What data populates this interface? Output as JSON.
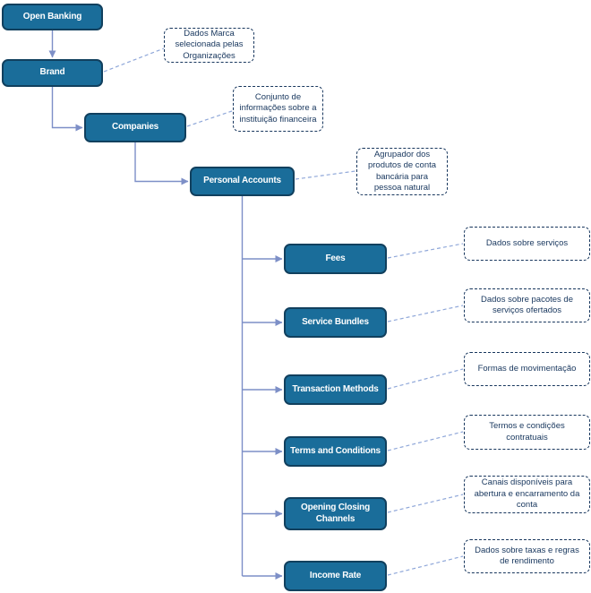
{
  "diagram": {
    "type": "hierarchy-flowchart",
    "nodes": [
      {
        "id": "open-banking",
        "label": "Open Banking"
      },
      {
        "id": "brand",
        "label": "Brand"
      },
      {
        "id": "companies",
        "label": "Companies"
      },
      {
        "id": "personal-accounts",
        "label": "Personal Accounts"
      },
      {
        "id": "fees",
        "label": "Fees"
      },
      {
        "id": "service-bundles",
        "label": "Service Bundles"
      },
      {
        "id": "transaction-methods",
        "label": "Transaction Methods"
      },
      {
        "id": "terms-and-conditions",
        "label": "Terms and Conditions"
      },
      {
        "id": "opening-closing-channels",
        "label": "Opening Closing Channels"
      },
      {
        "id": "income-rate",
        "label": "Income Rate"
      }
    ],
    "notes": [
      {
        "id": "brand-note",
        "for": "brand",
        "text": "Dados Marca selecionada pelas Organizações"
      },
      {
        "id": "companies-note",
        "for": "companies",
        "text": "Conjunto de informações sobre a instituição financeira"
      },
      {
        "id": "personal-accounts-note",
        "for": "personal-accounts",
        "text": "Agrupador dos produtos de conta bancária para pessoa natural"
      },
      {
        "id": "fees-note",
        "for": "fees",
        "text": "Dados sobre serviços"
      },
      {
        "id": "service-bundles-note",
        "for": "service-bundles",
        "text": "Dados sobre pacotes de serviços ofertados"
      },
      {
        "id": "transaction-methods-note",
        "for": "transaction-methods",
        "text": "Formas de movimentação"
      },
      {
        "id": "terms-note",
        "for": "terms-and-conditions",
        "text": "Termos e condições contratuais"
      },
      {
        "id": "opening-closing-note",
        "for": "opening-closing-channels",
        "text": "Canais disponíveis para abertura e encarramento da conta"
      },
      {
        "id": "income-rate-note",
        "for": "income-rate",
        "text": "Dados sobre taxas e regras de rendimento"
      }
    ],
    "edges": [
      {
        "from": "open-banking",
        "to": "brand"
      },
      {
        "from": "brand",
        "to": "companies"
      },
      {
        "from": "companies",
        "to": "personal-accounts"
      },
      {
        "from": "personal-accounts",
        "to": "fees"
      },
      {
        "from": "personal-accounts",
        "to": "service-bundles"
      },
      {
        "from": "personal-accounts",
        "to": "transaction-methods"
      },
      {
        "from": "personal-accounts",
        "to": "terms-and-conditions"
      },
      {
        "from": "personal-accounts",
        "to": "opening-closing-channels"
      },
      {
        "from": "personal-accounts",
        "to": "income-rate"
      }
    ],
    "colors": {
      "background": "#ffffff",
      "node_fill": "#1a6d9a",
      "node_border": "#11405e",
      "node_text": "#ffffff",
      "note_border": "#17365d",
      "note_text": "#17365d",
      "connector": "#7d8fc7",
      "dashed_connector": "#8fa7d9"
    }
  }
}
